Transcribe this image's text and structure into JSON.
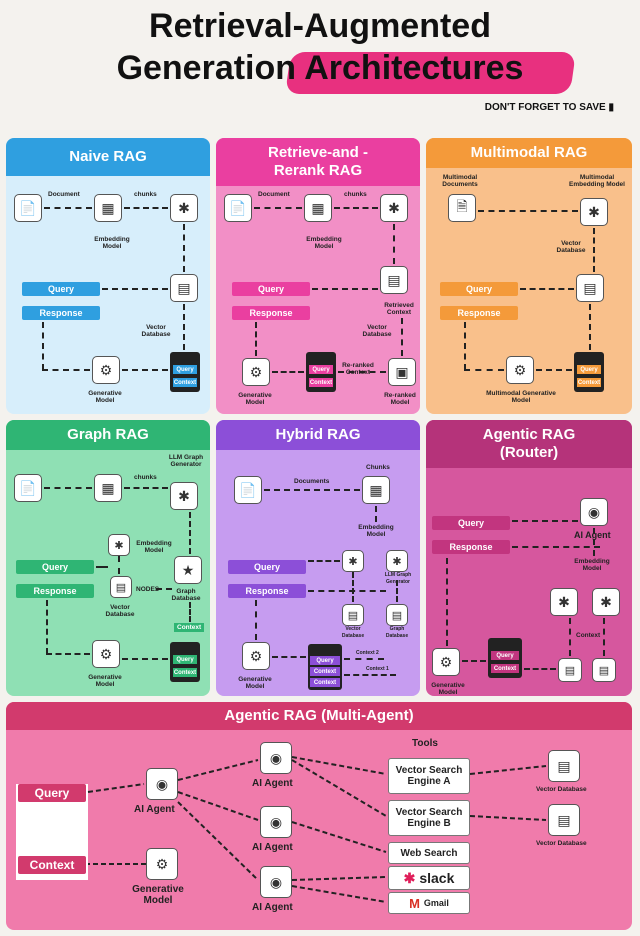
{
  "header": {
    "title_line1": "Retrieval-Augmented",
    "title_line2": "Generation Architectures",
    "save": "DON'T FORGET TO SAVE"
  },
  "labels": {
    "query": "Query",
    "response": "Response",
    "context": "Context",
    "document": "Document",
    "documents": "Documents",
    "chunks": "chunks",
    "chunks_cap": "Chunks",
    "embedding_model": "Embedding Model",
    "vector_database": "Vector Database",
    "generative_model": "Generative Model",
    "retrieved_context": "Retrieved Context",
    "reranked_context": "Re-ranked Context",
    "reranked_model": "Re-ranked Model",
    "multimodal_documents": "Multimodal Documents",
    "multimodal_embedding_model": "Multimodal Embedding Model",
    "multimodal_generative_model": "Multimodal Generative Model",
    "llm_graph_generator": "LLM Graph Generator",
    "graph_database": "Graph Database",
    "nodes": "NODES",
    "ai_agent": "AI Agent",
    "tools": "Tools",
    "context1": "Context 1",
    "context2": "Context 2"
  },
  "panels": {
    "naive": "Naive RAG",
    "rerank": "Retrieve-and -Rerank RAG",
    "multimodal": "Multimodal RAG",
    "graph": "Graph RAG",
    "hybrid": "Hybrid RAG",
    "agentic_router": "Agentic RAG (Router)",
    "multi_agent": "Agentic RAG (Multi-Agent)"
  },
  "tools": [
    "Vector Search Engine A",
    "Vector Search Engine B",
    "Web Search",
    "slack",
    "Gmail"
  ],
  "colors": {
    "blue": "#2f9fe0",
    "pink": "#ea3fa0",
    "orange": "#f49a3a",
    "green": "#2fb574",
    "purple": "#8c4fd8",
    "magenta": "#c2357f",
    "crimson": "#d23a6d"
  }
}
